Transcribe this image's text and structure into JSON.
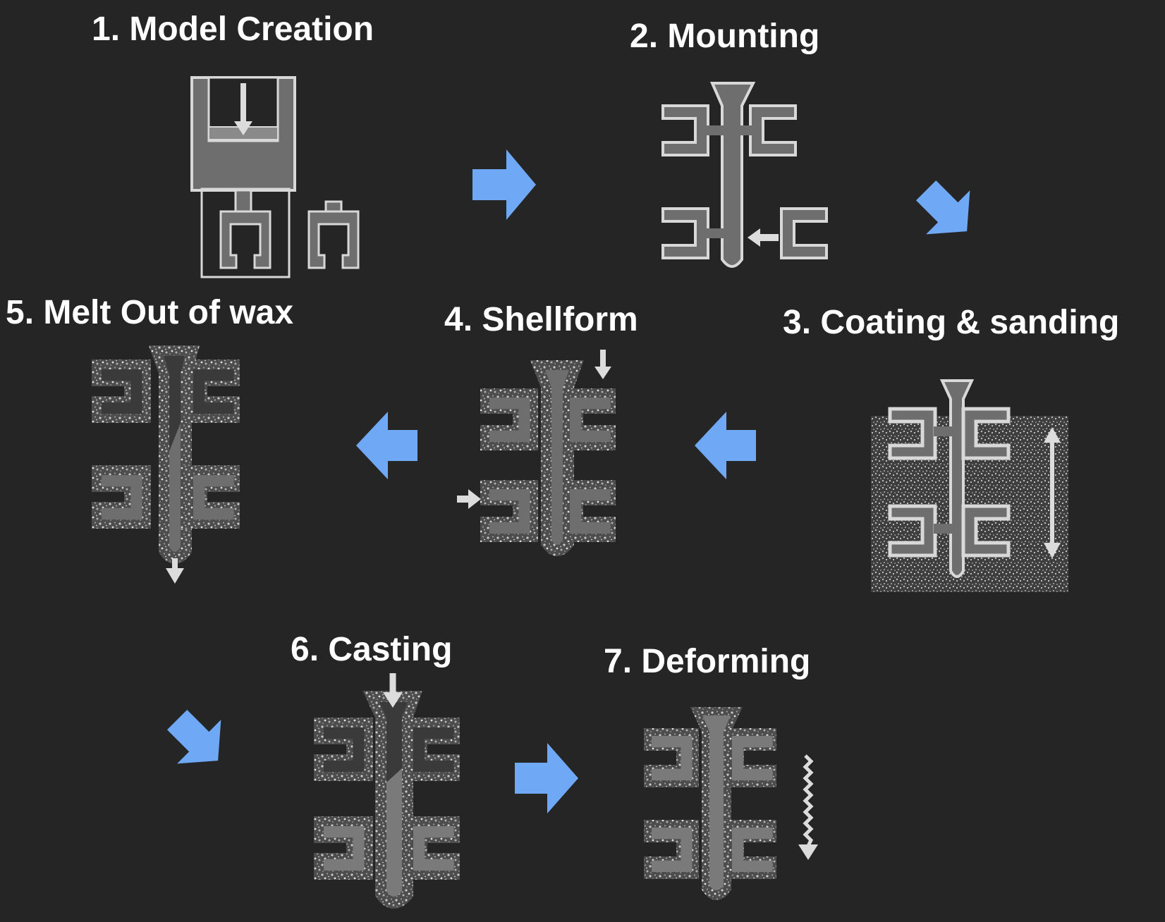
{
  "steps": [
    {
      "title": "1. Model Creation"
    },
    {
      "title": "2. Mounting"
    },
    {
      "title": "3. Coating & sanding"
    },
    {
      "title": "4. Shellform"
    },
    {
      "title": "5. Melt Out of wax"
    },
    {
      "title": "6. Casting"
    },
    {
      "title": "7. Deforming"
    }
  ],
  "colors": {
    "background": "#252526",
    "flow_arrow": "#6fa8f5",
    "part_fill": "#6e6e6e",
    "part_outline": "#d8d8d8",
    "process_arrow": "#dcdcdc",
    "shell_speckle": "#8c8c8c"
  }
}
